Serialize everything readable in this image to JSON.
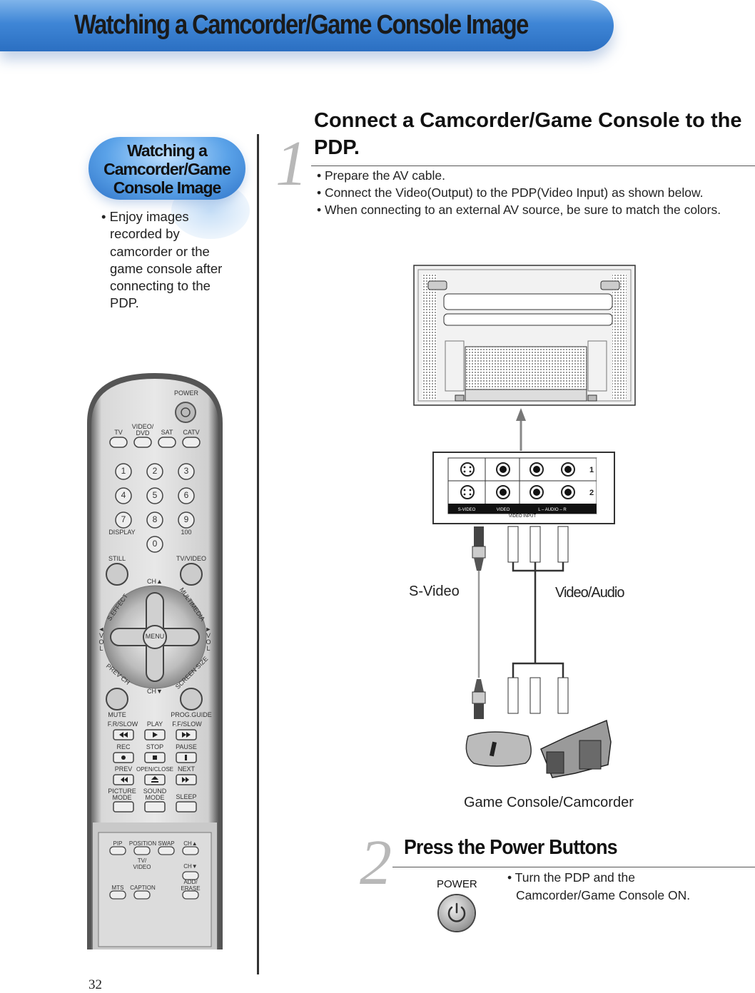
{
  "header": {
    "title": "Watching a Camcorder/Game Console Image"
  },
  "sidebar": {
    "pill_lines": [
      "Watching a",
      "Camcorder/Game",
      "Console Image"
    ],
    "desc_first": "• Enjoy images",
    "desc_rest": [
      "recorded by",
      "camcorder or the",
      "game console after",
      "connecting to the",
      "PDP."
    ]
  },
  "step1": {
    "number": "1",
    "title": "Connect a Camcorder/Game Console to the PDP.",
    "bullets": [
      "• Prepare the AV cable.",
      "• Connect the Video(Output) to the PDP(Video Input) as shown below.",
      "• When connecting to an external AV source, be sure to match the colors."
    ]
  },
  "diagram": {
    "svideo_label": "S-Video",
    "video_audio_label": "Video/Audio",
    "device_label": "Game Console/Camcorder",
    "panel_labels": {
      "svideo": "S-VIDEO",
      "video": "VIDEO",
      "audio": "L – AUDIO – R",
      "input": "VIDEO INPUT",
      "row1": "1",
      "row2": "2"
    }
  },
  "step2": {
    "number": "2",
    "title": "Press the Power Buttons",
    "power_label": "POWER",
    "bullet_lines": [
      "• Turn the PDP and the",
      "Camcorder/Game Console ON."
    ]
  },
  "remote": {
    "power": "POWER",
    "modes": [
      "TV",
      "VIDEO/\nDVD",
      "SAT",
      "CATV"
    ],
    "digits": [
      "1",
      "2",
      "3",
      "4",
      "5",
      "6",
      "7",
      "8",
      "9",
      "0"
    ],
    "display": "DISPLAY",
    "hundred": "100",
    "still": "STILL",
    "tv_video": "TV/VIDEO",
    "ch_up": "CH▲",
    "ch_down": "CH▼",
    "menu": "MENU",
    "s_effect": "S.EFFECT",
    "multimedia": "MULTIMEDIA",
    "prev_ch": "PREV CH",
    "screen_size": "SCREEN SIZE",
    "vol_left": "◄\nV\nO\nL",
    "vol_right": "►\nV\nO\nL",
    "mute": "MUTE",
    "prog_guide": "PROG.GUIDE",
    "fr_slow": "F.R/SLOW",
    "play": "PLAY",
    "ff_slow": "F.F/SLOW",
    "rec": "REC",
    "stop": "STOP",
    "pause": "PAUSE",
    "prev": "PREV",
    "open_close": "OPEN/CLOSE",
    "next": "NEXT",
    "picture_mode": "PICTURE\nMODE",
    "sound_mode": "SOUND\nMODE",
    "sleep": "SLEEP",
    "pip": "PIP",
    "position": "POSITION",
    "swap": "SWAP",
    "ch_up2": "CH▲",
    "tv_video2": "TV/\nVIDEO",
    "ch_down2": "CH▼",
    "mts": "MTS",
    "caption": "CAPTION",
    "add_erase": "ADD/\nERASE"
  },
  "page_number": "32"
}
